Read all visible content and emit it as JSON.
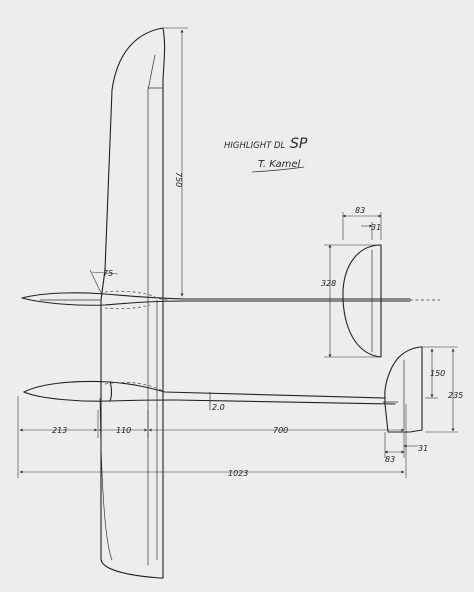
{
  "drawing": {
    "title_main": "HIGHLIGHT DL",
    "title_suffix": "SP",
    "author": "T. Kamel"
  },
  "dimensions": {
    "wing_half_span": "750",
    "dihedral_mark": "75",
    "stab_chord": "83",
    "stab_tip": "31",
    "stab_span": "328",
    "fin_height": "150",
    "fin_total_height": "235",
    "fin_chord": "83",
    "fin_tip": "31",
    "boom_dia": "2.0",
    "nose_length": "213",
    "wing_root": "110",
    "tail_moment": "700",
    "overall_length": "1023"
  }
}
